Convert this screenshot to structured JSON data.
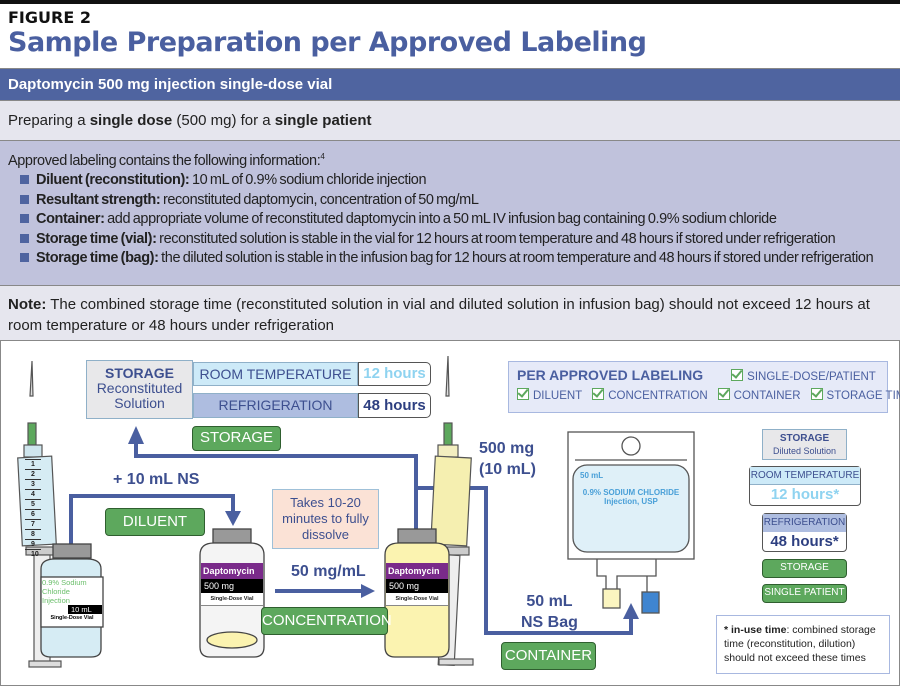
{
  "figure_label": "FIGURE 2",
  "title": "Sample Preparation per Approved Labeling",
  "product": "Daptomycin 500 mg injection single-dose vial",
  "preparing": {
    "pre": "Preparing a ",
    "b1": "single dose",
    "mid": " (500 mg) for a ",
    "b2": "single patient"
  },
  "labeling": {
    "intro": "Approved labeling contains the following information:",
    "sup": "4",
    "items": [
      {
        "label": "Diluent (reconstitution):",
        "text": " 10 mL of 0.9% sodium chloride injection"
      },
      {
        "label": "Resultant strength:",
        "text": " reconstituted daptomycin, concentration of 50 mg/mL"
      },
      {
        "label": "Container:",
        "text": " add appropriate volume of reconstituted daptomycin into a 50 mL IV infusion bag containing 0.9% sodium chloride"
      },
      {
        "label": "Storage time (vial):",
        "text": " reconstituted solution is stable in the vial for 12 hours at room temperature and 48 hours if stored under refrigeration"
      },
      {
        "label": "Storage time (bag):",
        "text": " the diluted solution is stable in the infusion bag for 12 hours at room temperature and 48 hours if stored under refrigeration"
      }
    ]
  },
  "note": {
    "label": "Note:",
    "text": " The combined storage time (reconstituted solution in vial and diluted solution in infusion bag) should not exceed 12 hours at room temperature or 48 hours under refrigeration"
  },
  "illustration": {
    "storage_recon": {
      "title": "STORAGE",
      "sub1": "Reconstituted",
      "sub2": "Solution",
      "room": "ROOM TEMPERATURE",
      "room_time": "12 hours",
      "fridge": "REFRIGERATION",
      "fridge_time": "48 hours"
    },
    "storage_btn": "STORAGE",
    "diluent_btn": "DILUENT",
    "concentration_btn": "CONCENTRATION",
    "container_btn": "CONTAINER",
    "plus_ns": "+ 10 mL NS",
    "dissolve": "Takes 10-20 minutes to fully dissolve",
    "conc": "50 mg/mL",
    "dose1": "500 mg",
    "dose2": "(10 mL)",
    "bag_label1": "50 mL",
    "bag_label2": "NS Bag",
    "ns_vial": {
      "line1": "0.9% Sodium",
      "line2": "Chloride",
      "line3": "Injection",
      "vol": "10 mL",
      "type": "Single-Dose Vial"
    },
    "dapto_vial": {
      "name": "Daptomycin",
      "dose": "500 mg",
      "type": "Single-Dose Vial"
    },
    "bag": {
      "vol": "50 mL",
      "name": "0.9% SODIUM CHLORIDE",
      "sub": "Injection, USP"
    },
    "checklist": {
      "title": "PER APPROVED LABELING",
      "items": [
        "SINGLE-DOSE/PATIENT",
        "DILUENT",
        "CONCENTRATION",
        "CONTAINER",
        "STORAGE TIME"
      ]
    },
    "storage_dil": {
      "title": "STORAGE",
      "sub": "Diluted Solution",
      "room": "ROOM TEMPERATURE",
      "room_time": "12 hours*",
      "fridge": "REFRIGERATION",
      "fridge_time": "48 hours*",
      "storage": "STORAGE",
      "patient": "SINGLE PATIENT"
    },
    "inuse": {
      "label": "* in-use time",
      "text": ": combined storage time (reconstitution, dilution) should not exceed these times"
    },
    "syringe_ticks": [
      "1",
      "2",
      "3",
      "4",
      "5",
      "6",
      "7",
      "8",
      "9",
      "10"
    ]
  },
  "colors": {
    "accent": "#4f64a0",
    "green": "#5da85d",
    "purple": "#7a2a8a",
    "light_blue": "#8fd3f0"
  }
}
